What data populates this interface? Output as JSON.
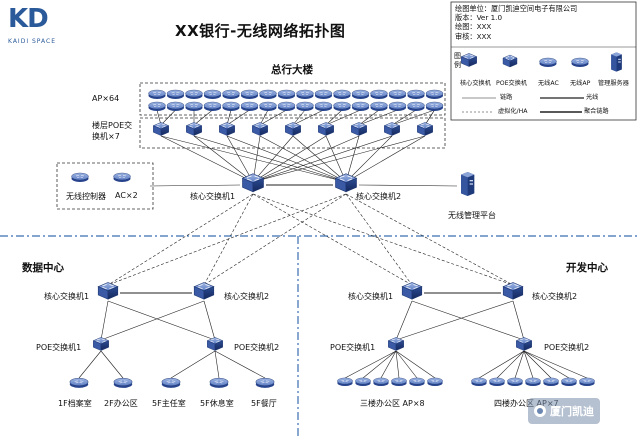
{
  "header": {
    "logo_text": "KD",
    "logo_sub": "KAIDI SPACE",
    "title": "XX银行-无线网络拓扑图"
  },
  "info_box": {
    "lines": [
      "绘图单位：厦门凯迪空间电子有限公司",
      "版本：Ver 1.0",
      "绘图：XXX",
      "审核：XXX"
    ]
  },
  "legend": {
    "label": "图例",
    "items": [
      "核心交换机",
      "POE交换机",
      "无线AC",
      "无线AP",
      "管理服务器"
    ],
    "lines": [
      "链路",
      "光线",
      "虚拟化/HA",
      "聚合链路"
    ]
  },
  "hq": {
    "title": "总行大楼",
    "ap_label": "AP×64",
    "poe_label_1": "楼层POE交",
    "poe_label_2": "换机×7",
    "ac_label_1": "无线控制器",
    "ac_label_2": "AC×2",
    "core1": "核心交换机1",
    "core2": "核心交换机2",
    "mgmt": "无线管理平台"
  },
  "dc": {
    "title": "数据中心",
    "core1": "核心交换机1",
    "core2": "核心交换机2",
    "poe1": "POE交换机1",
    "poe2": "POE交换机2",
    "aps": [
      "1F档案室",
      "2F办公区",
      "5F主任室",
      "5F休息室",
      "5F餐厅"
    ]
  },
  "dev": {
    "title": "开发中心",
    "core1": "核心交换机1",
    "core2": "核心交换机2",
    "poe1": "POE交换机1",
    "poe2": "POE交换机2",
    "ap1": "三楼办公区 AP×8",
    "ap2": "四楼办公区 AP×7"
  },
  "watermark": "厦门凯迪",
  "colors": {
    "device": "#1f3a7a",
    "device_light": "#5a7fc8",
    "divider": "#3a6fb0",
    "accent": "#2a5a9a"
  }
}
